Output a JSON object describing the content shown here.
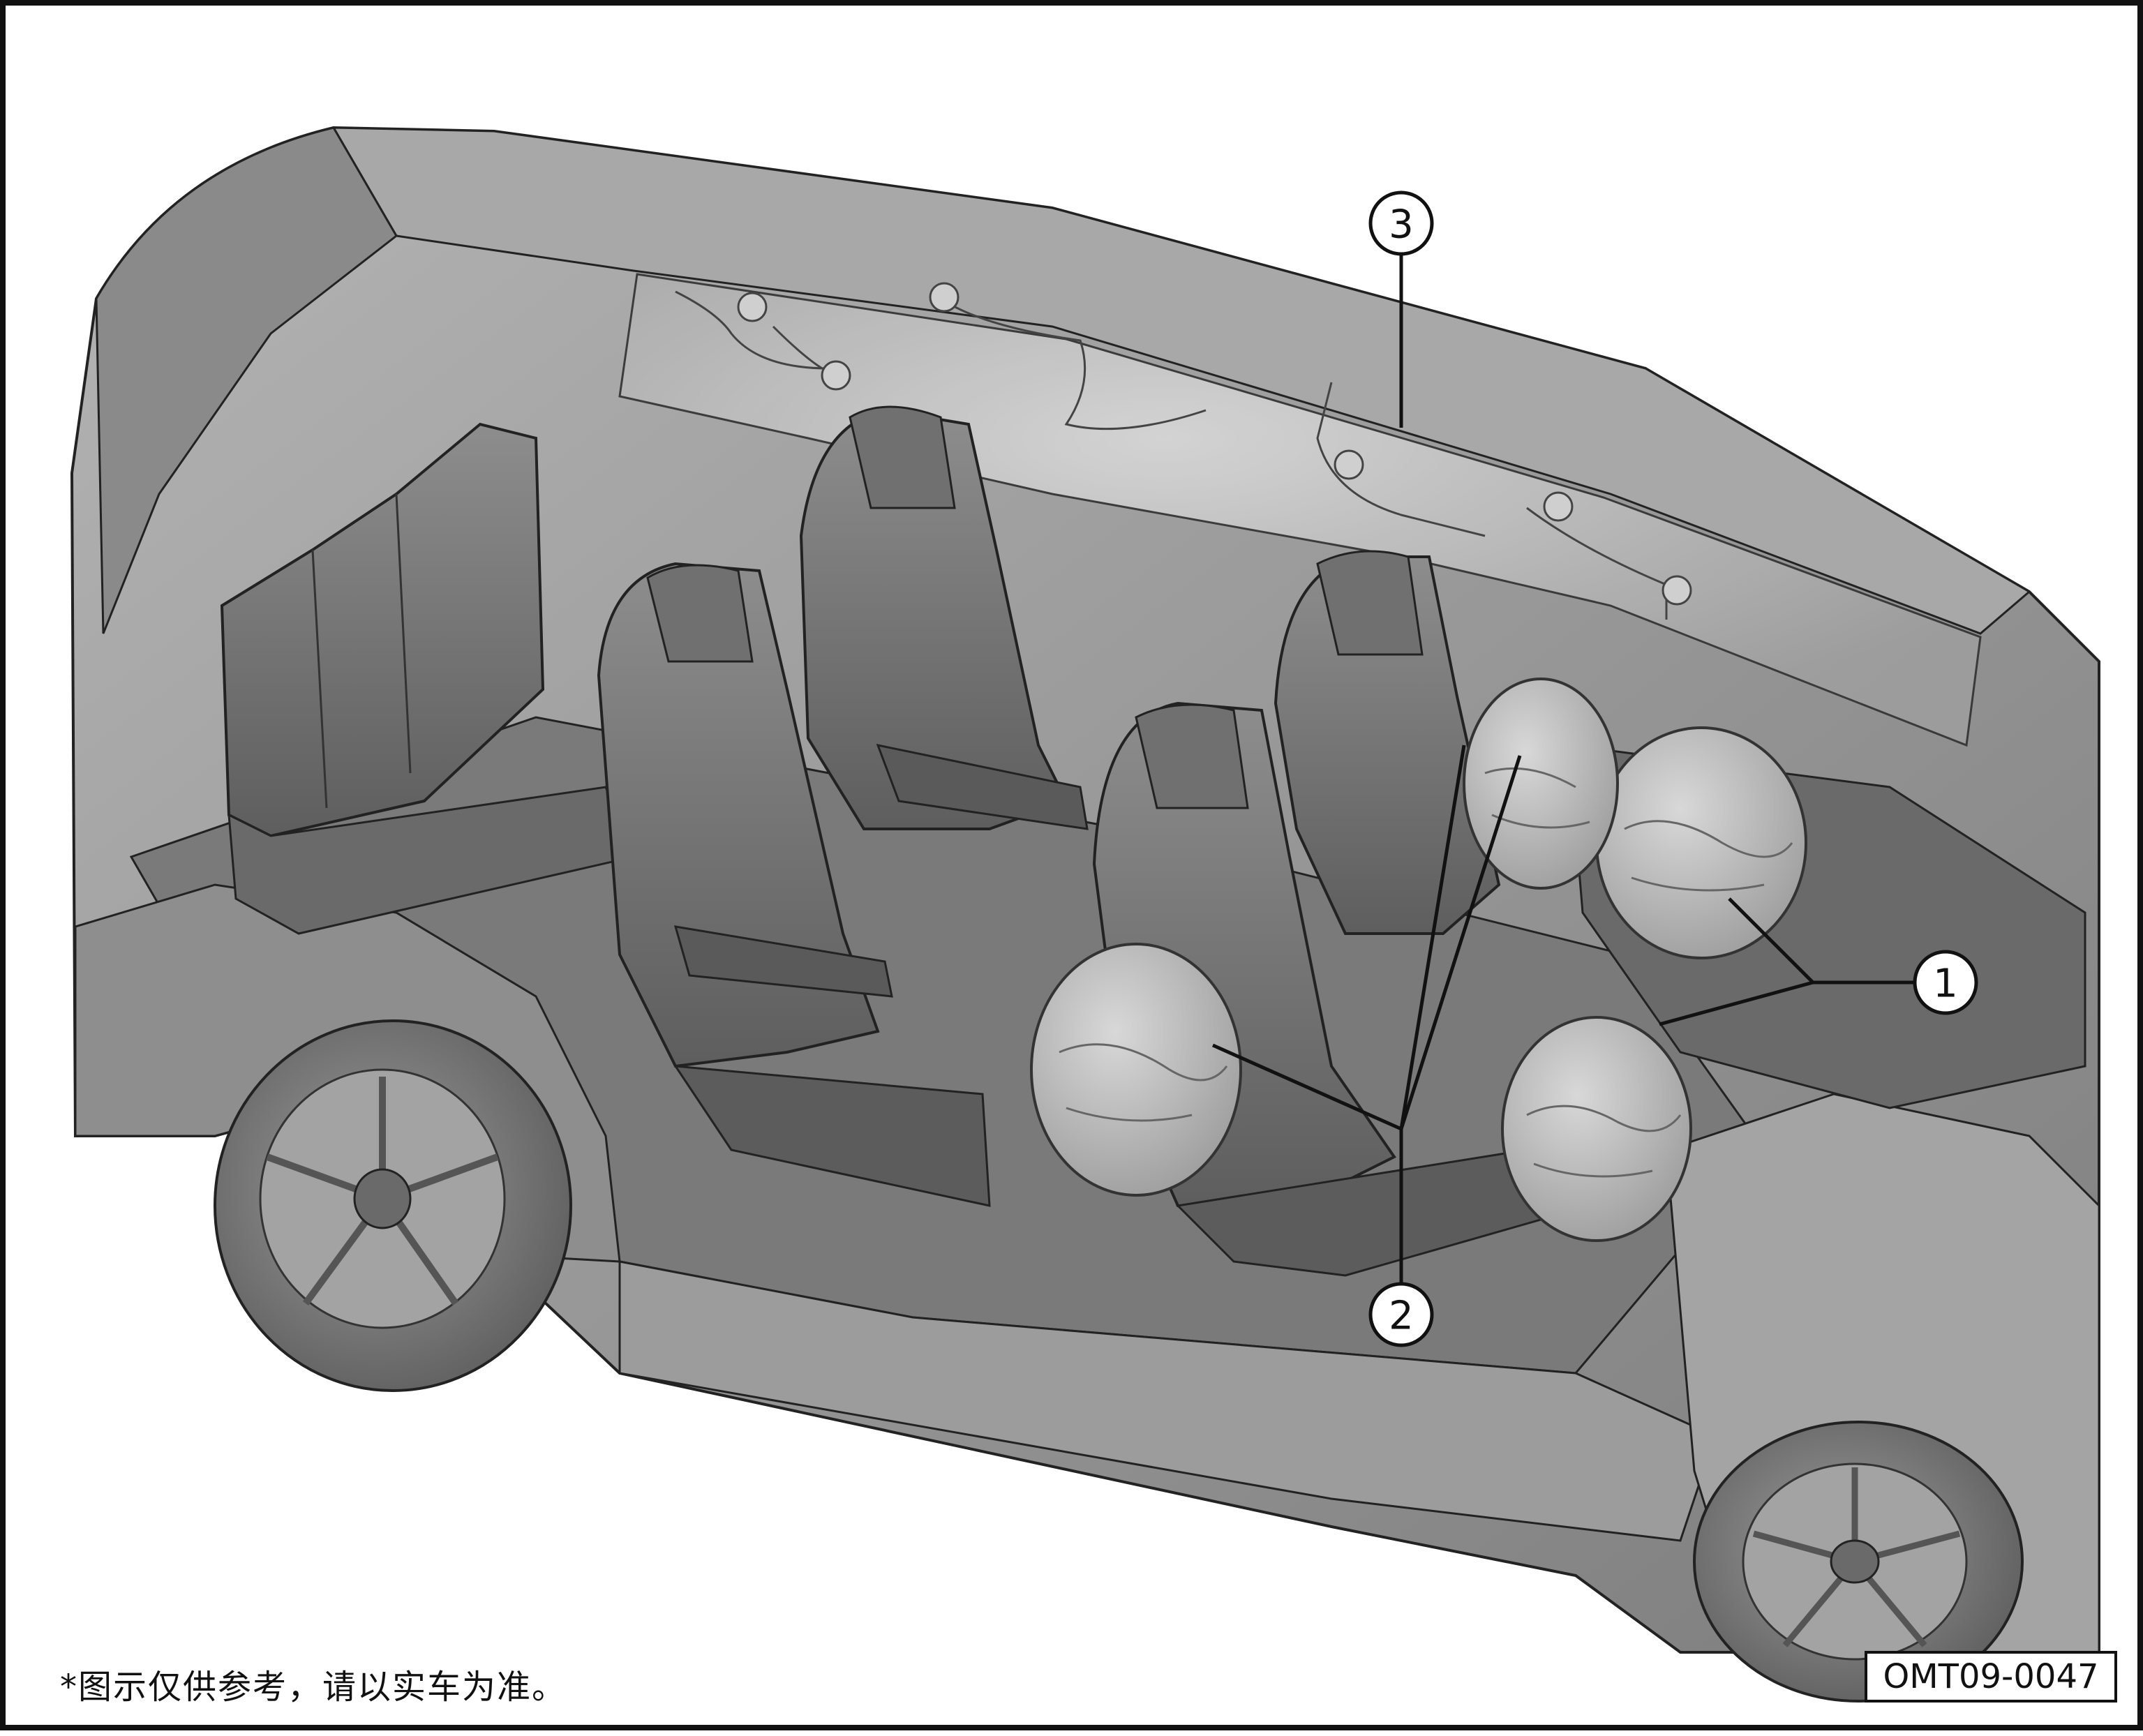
{
  "callouts": [
    {
      "label": "1"
    },
    {
      "label": "2"
    },
    {
      "label": "3"
    }
  ],
  "footer": {
    "note": "*图示仅供参考，请以实车为准。",
    "figure_code": "OMT09-0047"
  },
  "colors": {
    "frame": "#111111",
    "body_gray": "#9a9a9a",
    "light_gray": "#c9c9c9",
    "dark_gray": "#6e6e6e",
    "airbag_fill": "#bdbdbd",
    "curtain_fill": "#c2c2c2"
  }
}
